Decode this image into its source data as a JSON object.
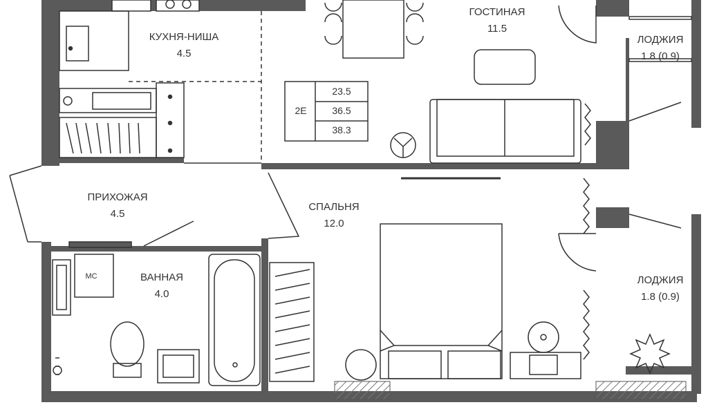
{
  "rooms": {
    "kitchen": {
      "name": "КУХНЯ-НИША",
      "area": "4.5"
    },
    "living": {
      "name": "ГОСТИНАЯ",
      "area": "11.5"
    },
    "loggia1": {
      "name": "ЛОДЖИЯ",
      "area": "1.8 (0.9)"
    },
    "loggia2": {
      "name": "ЛОДЖИЯ",
      "area": "1.8 (0.9)"
    },
    "hall": {
      "name": "ПРИХОЖАЯ",
      "area": "4.5"
    },
    "bedroom": {
      "name": "СПАЛЬНЯ",
      "area": "12.0"
    },
    "bathroom": {
      "name": "ВАННАЯ",
      "area": "4.0"
    }
  },
  "fixtures": {
    "laundry_label": "МС"
  },
  "info_box": {
    "type": "2Е",
    "areas": [
      "23.5",
      "36.5",
      "38.3"
    ]
  },
  "colors": {
    "wall": "#5a5a5a",
    "line": "#333333",
    "hatch": "#8a8a8a"
  }
}
